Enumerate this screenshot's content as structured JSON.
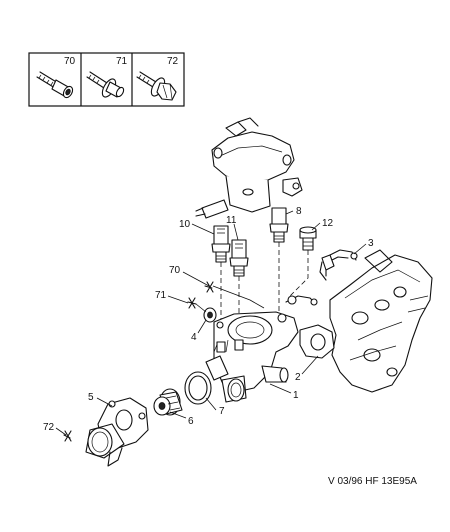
{
  "legend": {
    "items": [
      {
        "number": "70",
        "fastener": "socket-head-bolt"
      },
      {
        "number": "71",
        "fastener": "flange-bolt"
      },
      {
        "number": "72",
        "fastener": "hex-flange-bolt"
      }
    ]
  },
  "callouts": {
    "c1": "1",
    "c2": "2",
    "c3": "3",
    "c4": "4",
    "c5": "5",
    "c6": "6",
    "c7": "7",
    "c8": "8",
    "c10": "10",
    "c11": "11",
    "c12": "12",
    "c70": "70",
    "c71": "71",
    "c72": "72"
  },
  "reference": "V 03/96 HF 13E95A"
}
